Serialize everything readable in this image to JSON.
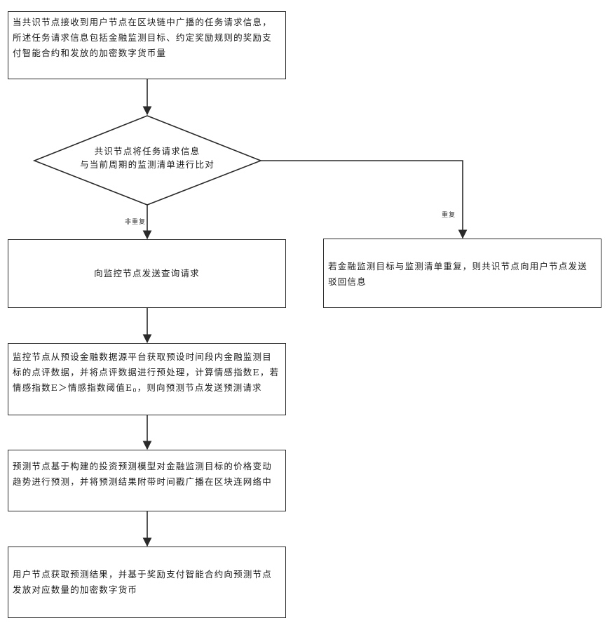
{
  "steps": {
    "s1": "当共识节点接收到用户节点在区块链中广播的任务请求信息，所述任务请求信息包括金融监测目标、约定奖励规则的奖励支付智能合约和发放的加密数字货币量",
    "decision_line1": "共识节点将任务请求信息",
    "decision_line2": "与当前周期的监测清单进行比对",
    "no_repeat_label": "非重复",
    "repeat_label": "重复",
    "s_query": "向监控节点发送查询请求",
    "s_reject": "若金融监测目标与监测清单重复，则共识节点向用户节点发送驳回信息",
    "s4_pre": "监控节点从预设金融数据源平台获取预设时间段内金融监测目标的点评数据，并将点评数据进行预处理，计算情感指数E，若情感指数E＞情感指数阈值E",
    "s4_sub": "0",
    "s4_post": "，则向预测节点发送预测请求",
    "s5": "预测节点基于构建的投资预测模型对金融监测目标的价格变动趋势进行预测，并将预测结果附带时间戳广播在区块连网络中",
    "s6": "用户节点获取预测结果，并基于奖励支付智能合约向预测节点发放对应数量的加密数字货币"
  }
}
